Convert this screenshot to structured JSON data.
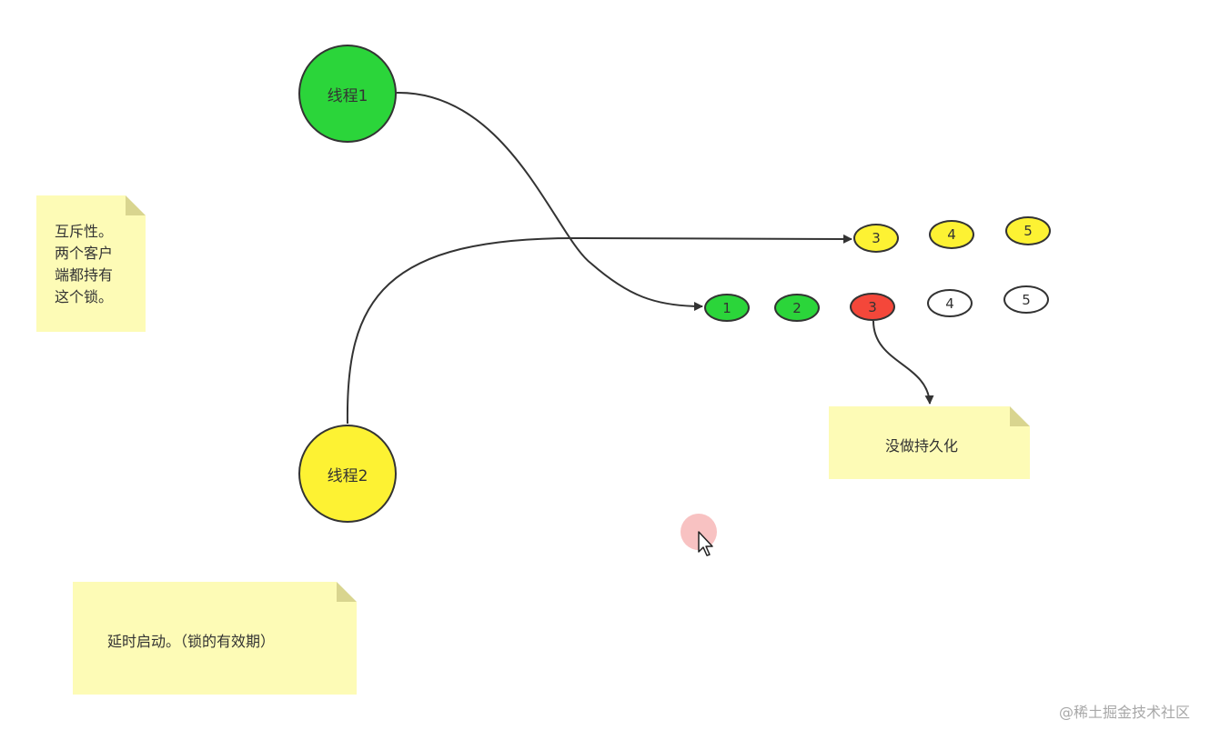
{
  "threads": [
    {
      "label": "线程1",
      "fill": "#2bd53a"
    },
    {
      "label": "线程2",
      "fill": "#fdf233"
    }
  ],
  "top_row": [
    {
      "label": "3",
      "fill": "#fdf233"
    },
    {
      "label": "4",
      "fill": "#fdf233"
    },
    {
      "label": "5",
      "fill": "#fdf233"
    }
  ],
  "bottom_row": [
    {
      "label": "1",
      "fill": "#2bd53a"
    },
    {
      "label": "2",
      "fill": "#2bd53a"
    },
    {
      "label": "3",
      "fill": "#f4473a"
    },
    {
      "label": "4",
      "fill": "#ffffff"
    },
    {
      "label": "5",
      "fill": "#ffffff"
    }
  ],
  "notes": {
    "mutex": {
      "lines": [
        "互斥性。",
        "两个客户",
        "端都持有",
        "这个锁。"
      ]
    },
    "no_persist": {
      "text": "没做持久化"
    },
    "delay_start": {
      "text": "延时启动。（锁的有效期）"
    }
  },
  "colors": {
    "note_bg": "#fdfbb6",
    "stroke": "#333333"
  },
  "watermark": "@稀土掘金技术社区"
}
